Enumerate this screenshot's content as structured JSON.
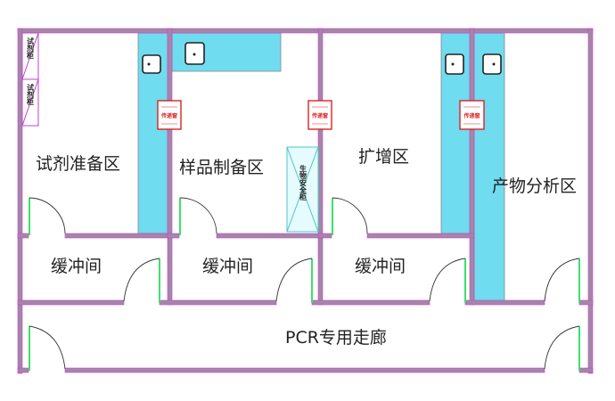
{
  "rooms": {
    "reagent_prep": "试剂准备区",
    "sample_prep": "样品制备区",
    "amplification": "扩增区",
    "product_analysis": "产物分析区",
    "buffer_1": "缓冲间",
    "buffer_2": "缓冲间",
    "buffer_3": "缓冲间",
    "corridor": "PCR专用走廊"
  },
  "equipment": {
    "reagent_cabinet_1": "试剂柜",
    "reagent_cabinet_2": "试剂柜",
    "biosafety_cabinet": "生物安全柜",
    "pass_box": "传递窗"
  },
  "colors": {
    "wall": "#a287a6",
    "bench": "#6fdcef",
    "door": "#3de06a",
    "pass_box": "#dd2222"
  }
}
